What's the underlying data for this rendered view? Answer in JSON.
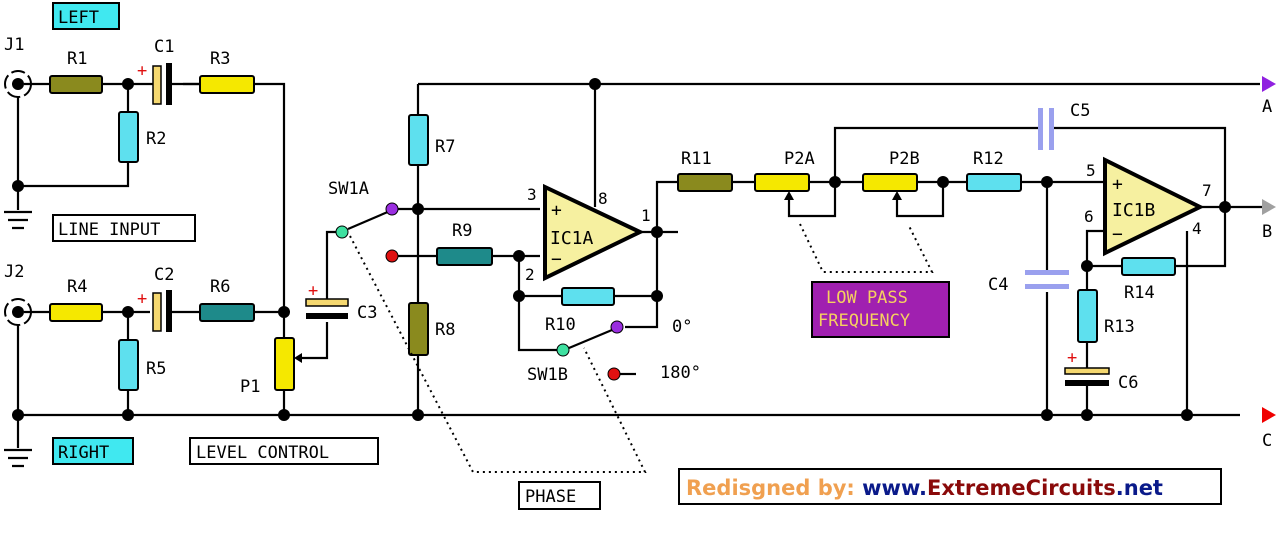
{
  "title": "Stereo Subwoofer Filter Schematic",
  "colors": {
    "olive": "#8a8a1e",
    "yellow": "#f5e800",
    "cyan": "#5ee0ee",
    "teal": "#1e8a8a",
    "lightblue": "#9aa0ee",
    "opamp_fill": "#f6f0a0",
    "switch_green": "#3ee0a0",
    "switch_purple": "#9a2ee0",
    "switch_red": "#e01010",
    "label_bg_cyan": "#40e8f0",
    "lowpass_bg": "#a020b0",
    "lowpass_text": "#f5d060",
    "arrow_a": "#9020e0",
    "arrow_b": "#a0a0a0",
    "arrow_c": "#f00000"
  },
  "channel_labels": {
    "left": "LEFT",
    "right": "RIGHT"
  },
  "boxes": {
    "line_input": "LINE INPUT",
    "level_control": "LEVEL CONTROL",
    "phase": "PHASE",
    "low_pass_line1": "LOW PASS",
    "low_pass_line2": "FREQUENCY"
  },
  "components": {
    "J1": "J1",
    "J2": "J2",
    "R1": "R1",
    "R2": "R2",
    "R3": "R3",
    "R4": "R4",
    "R5": "R5",
    "R6": "R6",
    "R7": "R7",
    "R8": "R8",
    "R9": "R9",
    "R10": "R10",
    "R11": "R11",
    "R12": "R12",
    "R13": "R13",
    "R14": "R14",
    "C1": "C1",
    "C2": "C2",
    "C3": "C3",
    "C4": "C4",
    "C5": "C5",
    "C6": "C6",
    "P1": "P1",
    "P2A": "P2A",
    "P2B": "P2B",
    "SW1A": "SW1A",
    "SW1B": "SW1B",
    "IC1A": "IC1A",
    "IC1B": "IC1B"
  },
  "pins": {
    "ic1a_plus_pin": "3",
    "ic1a_minus_pin": "2",
    "ic1a_out_pin": "1",
    "ic1a_supply_pin": "8",
    "ic1b_plus_pin": "5",
    "ic1b_minus_pin": "6",
    "ic1b_out_pin": "7",
    "ic1b_supply_pin": "4"
  },
  "phase_options": {
    "zero": "0°",
    "one_eighty": "180°"
  },
  "outputs": {
    "A": "A",
    "B": "B",
    "C": "C"
  },
  "symbols": {
    "plus": "+",
    "minus": "−"
  },
  "credit": {
    "prefix": "Redisgned by: ",
    "www": "www.",
    "name": "ExtremeCircuits",
    "tld": ".net"
  }
}
